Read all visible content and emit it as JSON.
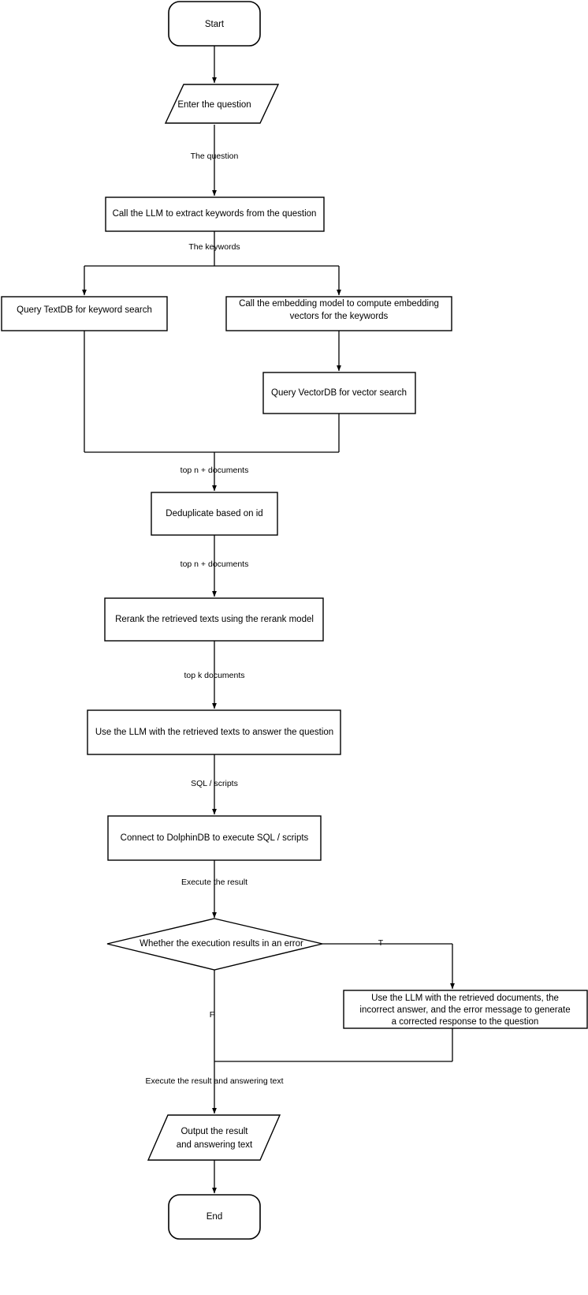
{
  "diagram": {
    "title": "RAG question answering flowchart",
    "background_color": "#ffffff",
    "stroke_color": "#000000",
    "fill_color": "#ffffff"
  },
  "nodes": {
    "start": {
      "label": "Start",
      "shape": "terminator"
    },
    "enter_question": {
      "label": "Enter the question",
      "shape": "parallelogram"
    },
    "extract_keywords": {
      "label": "Call the LLM to extract keywords from the question",
      "shape": "process"
    },
    "query_textdb": {
      "label": "Query TextDB for keyword search",
      "shape": "process"
    },
    "embedding_model_line1": {
      "label": "Call the embedding model to compute embedding",
      "shape": "process"
    },
    "embedding_model_line2": {
      "label": "vectors for the keywords",
      "shape": "process"
    },
    "query_vectordb": {
      "label": "Query VectorDB for vector search",
      "shape": "process"
    },
    "deduplicate": {
      "label": "Deduplicate based on id",
      "shape": "process"
    },
    "rerank": {
      "label": "Rerank the retrieved texts using the rerank model",
      "shape": "process"
    },
    "answer_question": {
      "label": "Use the LLM with the retrieved texts to answer the question",
      "shape": "process"
    },
    "execute_sql": {
      "label": "Connect to DolphinDB to execute SQL / scripts",
      "shape": "process"
    },
    "decision": {
      "label": "Whether the execution results in an error",
      "shape": "diamond"
    },
    "correct_answer_line1": {
      "label": "Use the LLM with the retrieved documents, the",
      "shape": "process"
    },
    "correct_answer_line2": {
      "label": "incorrect answer, and the error message to generate",
      "shape": "process"
    },
    "correct_answer_line3": {
      "label": "a corrected response to the question",
      "shape": "process"
    },
    "output_line1": {
      "label": "Output the result",
      "shape": "parallelogram"
    },
    "output_line2": {
      "label": "and answering text",
      "shape": "parallelogram"
    },
    "end": {
      "label": "End",
      "shape": "terminator"
    }
  },
  "edge_labels": {
    "the_question": "The question",
    "the_keywords": "The keywords",
    "top_n_documents_1": "top n + documents",
    "top_n_documents_2": "top n + documents",
    "top_k_documents": "top k  documents",
    "sql_scripts": "SQL / scripts",
    "execute_the_result": "Execute the result",
    "execute_result_and_text": "Execute the result and answering text",
    "branch_true": "T",
    "branch_false": "F"
  }
}
